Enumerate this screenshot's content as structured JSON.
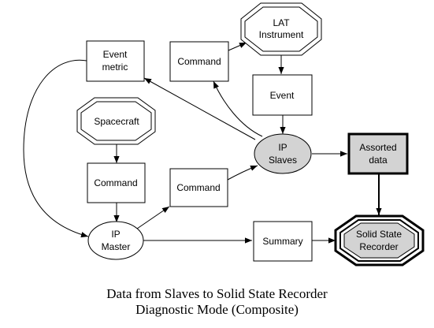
{
  "nodes": {
    "lat_line1": "LAT",
    "lat_line2": "Instrument",
    "command_top": "Command",
    "event_metric_line1": "Event",
    "event_metric_line2": "metric",
    "event": "Event",
    "spacecraft": "Spacecraft",
    "ip_slaves_line1": "IP",
    "ip_slaves_line2": "Slaves",
    "assorted_line1": "Assorted",
    "assorted_line2": "data",
    "command_left": "Command",
    "command_mid": "Command",
    "ip_master_line1": "IP",
    "ip_master_line2": "Master",
    "summary": "Summary",
    "ssr_line1": "Solid State",
    "ssr_line2": "Recorder"
  },
  "caption": {
    "line1": "Data from Slaves to Solid State Recorder",
    "line2": "Diagnostic Mode (Composite)"
  },
  "colors": {
    "ellipse_fill": "#d3d3d3",
    "box_fill": "#ffffff",
    "highlight_fill": "#d3d3d3",
    "stroke": "#000000"
  }
}
